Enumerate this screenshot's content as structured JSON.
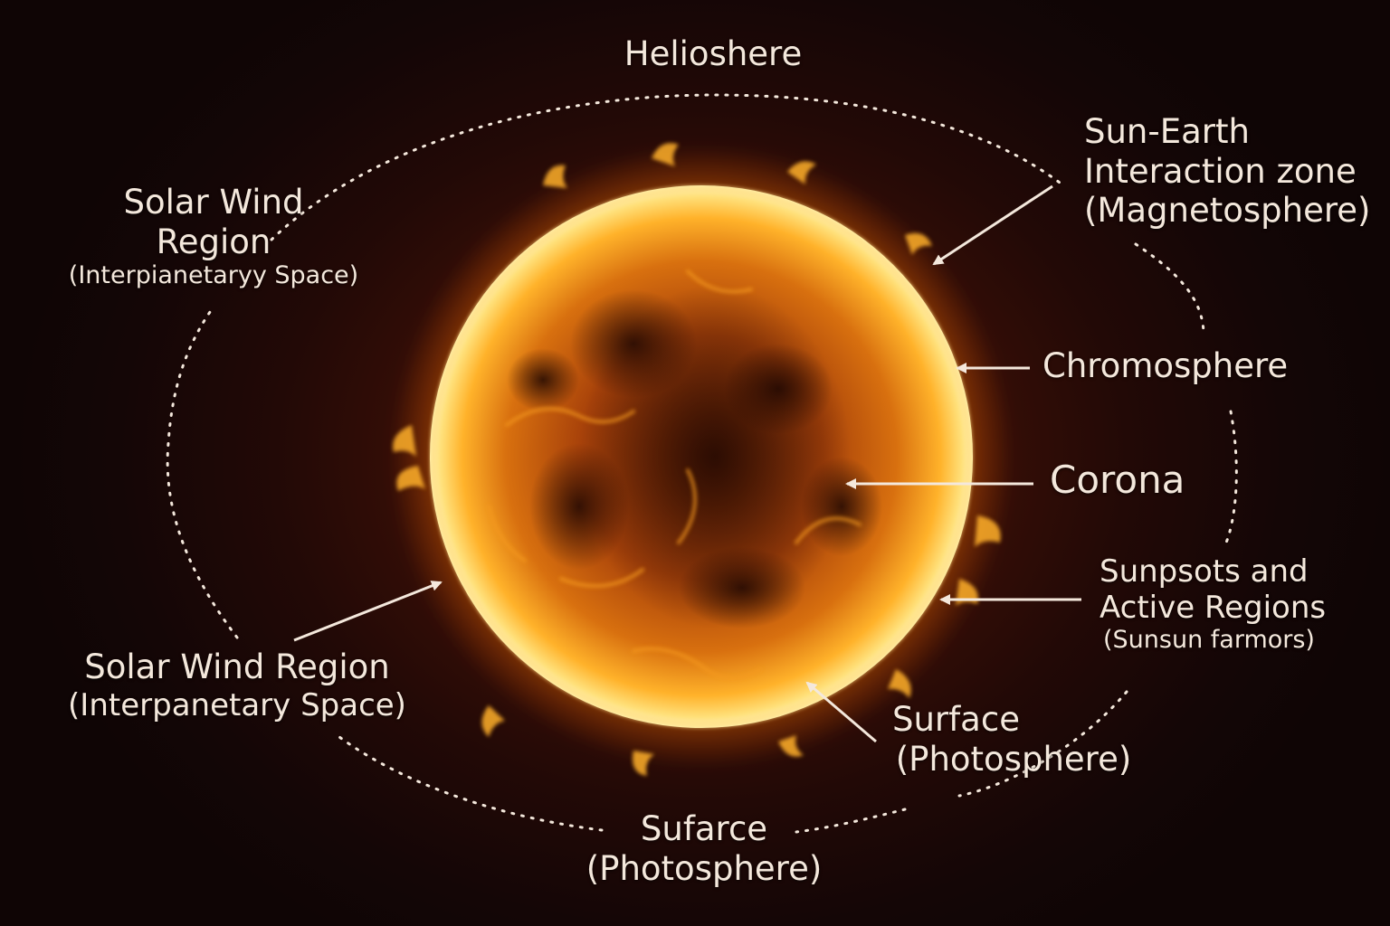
{
  "labels": {
    "heliosphere": {
      "title": "Helioshere"
    },
    "sun_earth": {
      "line1": "Sun-Earth",
      "line2": "Interaction zone",
      "line3": "(Magnetosphere)"
    },
    "solar_wind_top": {
      "line1": "Solar Wind",
      "line2": "Region",
      "line3": "(Interpianetaryy Space)"
    },
    "chromosphere": {
      "title": "Chromosphere"
    },
    "corona": {
      "title": "Corona"
    },
    "sunspots": {
      "line1": "Sunpsots and",
      "line2": "Active Regions",
      "line3": "(Sunsun farmors)"
    },
    "solar_wind_bottom": {
      "line1": "Solar Wind Region",
      "line2": "(Interpanetary Space)"
    },
    "surface_right": {
      "line1": "Surface",
      "line2": "(Photosphere)"
    },
    "surface_bottom": {
      "line1": "Sufarce",
      "line2": "(Photosphere)"
    }
  },
  "colors": {
    "background": "#140606",
    "sun_core": "#ffd24a",
    "sun_limb": "#ff9a1a",
    "label_text": "#f4e8dc",
    "arrow": "#f4e8dc"
  }
}
